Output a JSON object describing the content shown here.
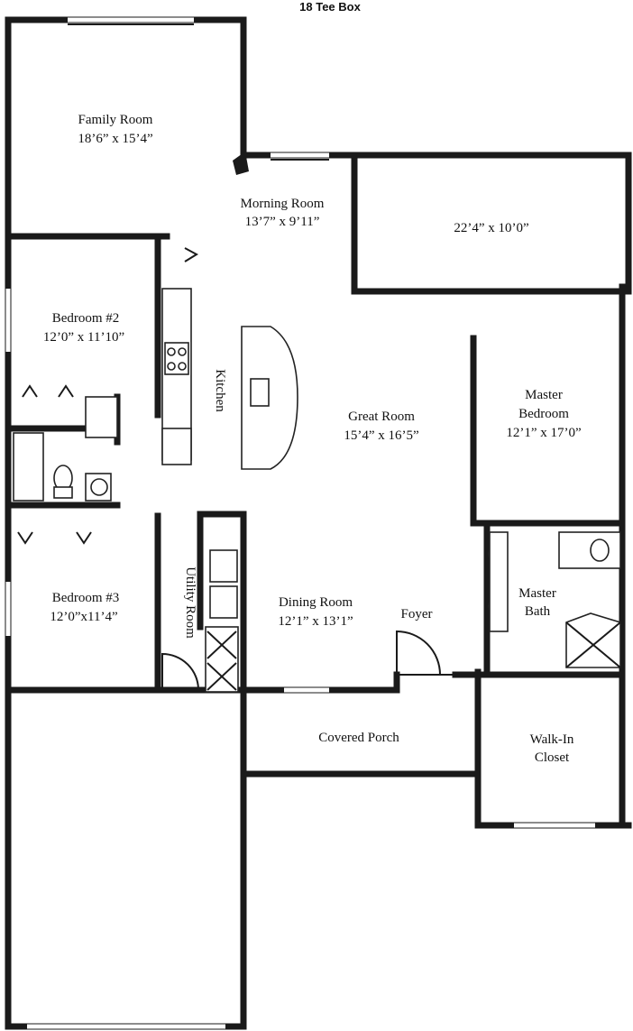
{
  "title": "18 Tee Box",
  "rooms": {
    "family": {
      "name": "Family Room",
      "dims": "18’6” x 15’4”"
    },
    "morning": {
      "name": "Morning Room",
      "dims": "13’7” x 9’11”"
    },
    "porch_dims": "22’4” x 10’0”",
    "bedroom2": {
      "name": "Bedroom #2",
      "dims": "12’0” x 11’10”"
    },
    "kitchen": "Kitchen",
    "great": {
      "name": "Great Room",
      "dims": "15’4” x 16’5”"
    },
    "master": {
      "line1": "Master",
      "line2": "Bedroom",
      "dims": "12’1” x 17’0”"
    },
    "bedroom3": {
      "name": "Bedroom #3",
      "dims": "12’0”x11’4”"
    },
    "utility": "Utility Room",
    "dining": {
      "name": "Dining Room",
      "dims": "12’1” x 13’1”"
    },
    "foyer": "Foyer",
    "master_bath": {
      "line1": "Master",
      "line2": "Bath"
    },
    "covered_porch": "Covered Porch",
    "closet": {
      "line1": "Walk-In",
      "line2": "Closet"
    }
  }
}
